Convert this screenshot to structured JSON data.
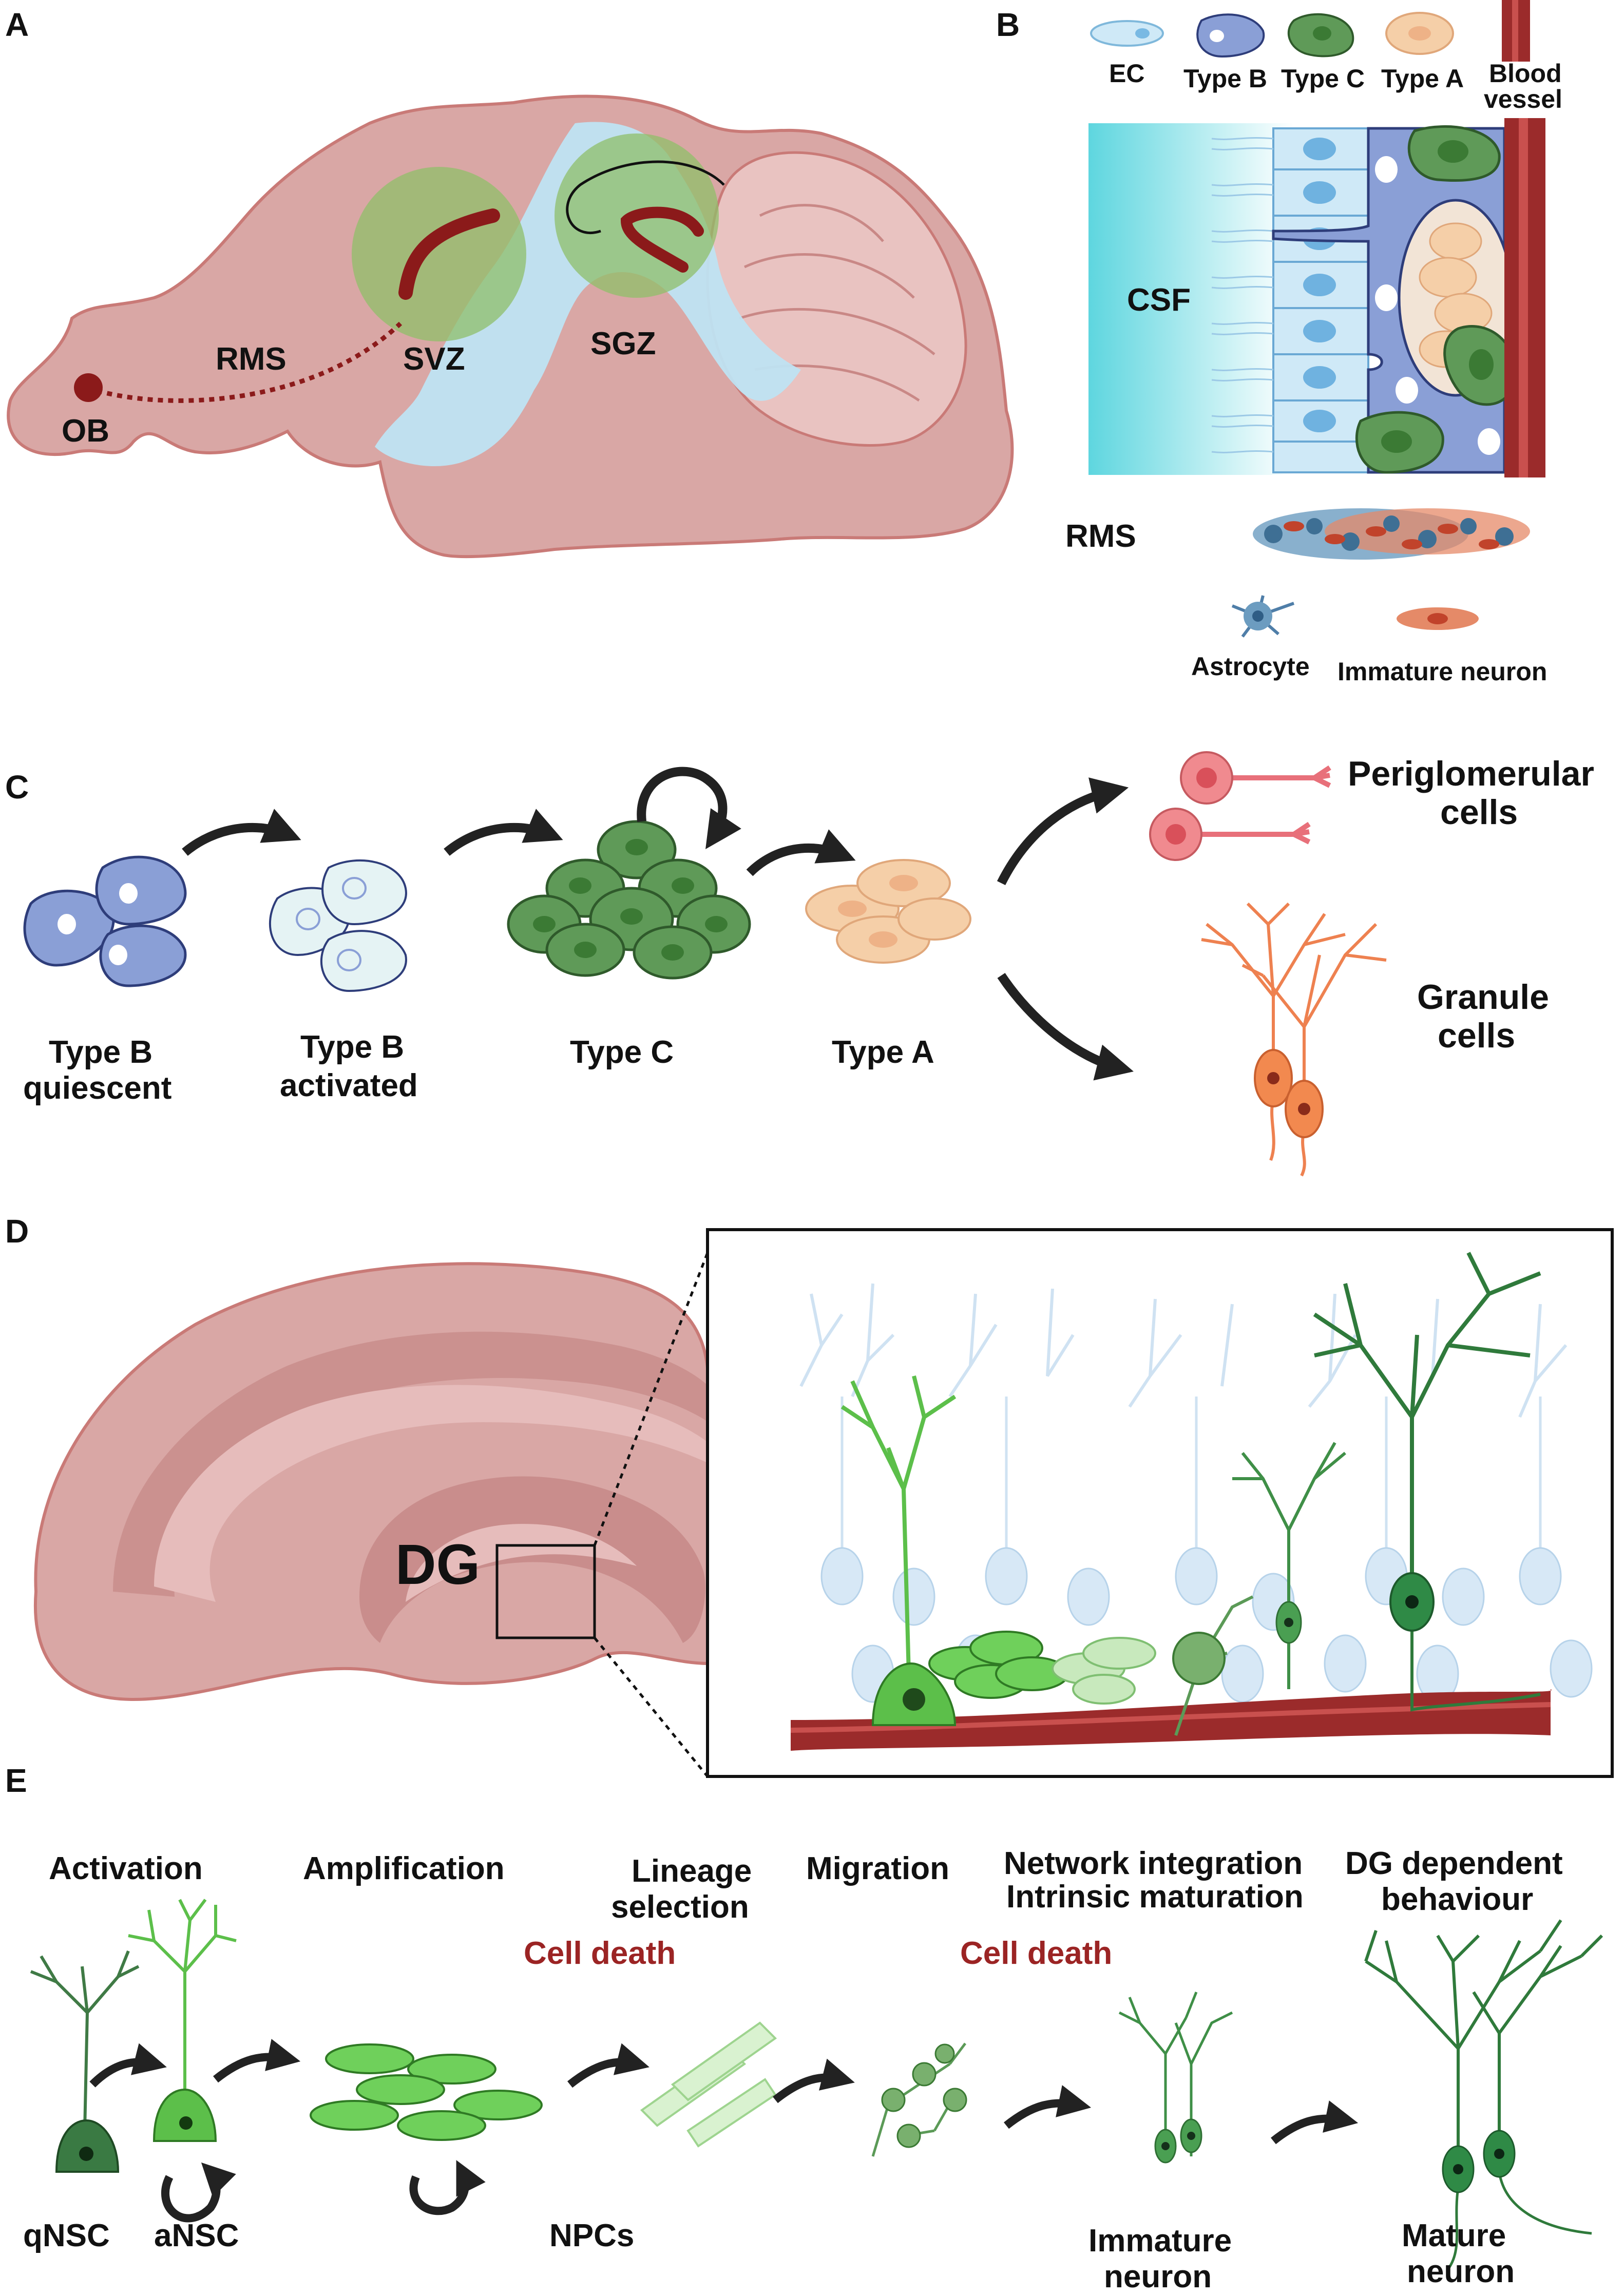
{
  "panels": {
    "A": {
      "letter": "A",
      "labels": {
        "rms": "RMS",
        "ob": "OB",
        "svz": "SVZ",
        "sgz": "SGZ"
      }
    },
    "B": {
      "letter": "B",
      "legend": {
        "ec": "EC",
        "type_b": "Type B",
        "type_c": "Type C",
        "type_a": "Type A",
        "blood_vessel_1": "Blood",
        "blood_vessel_2": "vessel"
      },
      "csf": "CSF",
      "rms": "RMS",
      "astrocyte": "Astrocyte",
      "immature_neuron": "Immature neuron"
    },
    "C": {
      "letter": "C",
      "type_b_quiescent_1": "Type B",
      "type_b_quiescent_2": "quiescent",
      "type_b_activated_1": "Type B",
      "type_b_activated_2": "activated",
      "type_c": "Type C",
      "type_a": "Type A",
      "periglomerular_1": "Periglomerular",
      "periglomerular_2": "cells",
      "granule_1": "Granule",
      "granule_2": "cells"
    },
    "D": {
      "letter": "D",
      "dg": "DG"
    },
    "E": {
      "letter": "E",
      "activation": "Activation",
      "amplification": "Amplification",
      "lineage_1": "Lineage",
      "lineage_2": "selection",
      "migration": "Migration",
      "network_1": "Network integration",
      "network_2": "Intrinsic maturation",
      "dg_behaviour_1": "DG dependent",
      "dg_behaviour_2": "behaviour",
      "cell_death_1": "Cell death",
      "cell_death_2": "Cell death",
      "qnsc": "qNSC",
      "ansc": "aNSC",
      "npcs": "NPCs",
      "immature_1": "Immature",
      "immature_2": "neuron",
      "mature_1": "Mature",
      "mature_2": "neuron"
    }
  },
  "colors": {
    "brain_fill": "#d9a7a5",
    "brain_stroke": "#c97a77",
    "ventricle": "#bfe3f2",
    "green_zone": "#8fbf6a",
    "rms_red": "#8b1a1a",
    "type_b": "#8a9fd6",
    "type_c": "#5f9a58",
    "type_a": "#f5cfa8",
    "vessel": "#9b2b2b",
    "neuron_green": "#4caf50",
    "cell_death_red": "#9b2424"
  }
}
